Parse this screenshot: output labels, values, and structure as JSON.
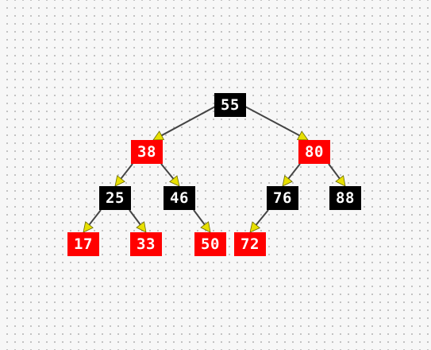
{
  "tree": {
    "colors": {
      "black": "#000000",
      "red": "#ff0000",
      "text": "#ffffff",
      "arrow": "#e8e000",
      "edge": "#444444"
    },
    "nodes": [
      {
        "id": "n55",
        "label": "55",
        "color": "black"
      },
      {
        "id": "n38",
        "label": "38",
        "color": "red"
      },
      {
        "id": "n80",
        "label": "80",
        "color": "red"
      },
      {
        "id": "n25",
        "label": "25",
        "color": "black"
      },
      {
        "id": "n46",
        "label": "46",
        "color": "black"
      },
      {
        "id": "n76",
        "label": "76",
        "color": "black"
      },
      {
        "id": "n88",
        "label": "88",
        "color": "black"
      },
      {
        "id": "n17",
        "label": "17",
        "color": "red"
      },
      {
        "id": "n33",
        "label": "33",
        "color": "red"
      },
      {
        "id": "n50",
        "label": "50",
        "color": "red"
      },
      {
        "id": "n72",
        "label": "72",
        "color": "red"
      }
    ],
    "edges": [
      {
        "from": "n55",
        "to": "n38"
      },
      {
        "from": "n55",
        "to": "n80"
      },
      {
        "from": "n38",
        "to": "n25"
      },
      {
        "from": "n38",
        "to": "n46"
      },
      {
        "from": "n80",
        "to": "n76"
      },
      {
        "from": "n80",
        "to": "n88"
      },
      {
        "from": "n25",
        "to": "n17"
      },
      {
        "from": "n25",
        "to": "n33"
      },
      {
        "from": "n46",
        "to": "n50"
      },
      {
        "from": "n76",
        "to": "n72"
      }
    ]
  }
}
